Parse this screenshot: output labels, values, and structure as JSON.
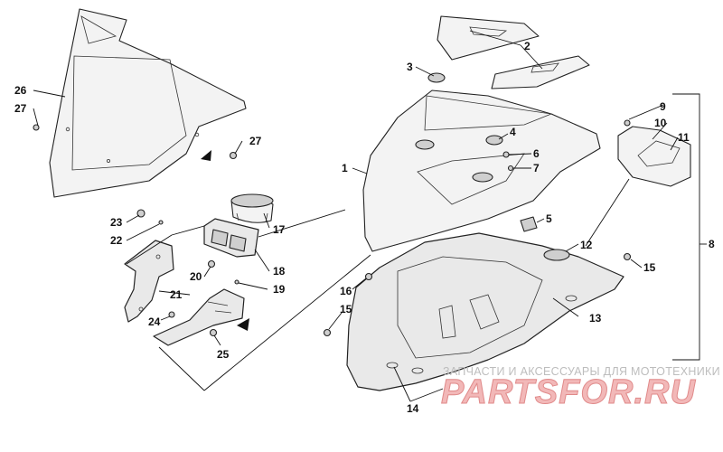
{
  "diagram": {
    "callouts": {
      "c1": "1",
      "c2": "2",
      "c3": "3",
      "c4": "4",
      "c5": "5",
      "c6": "6",
      "c7": "7",
      "c8": "8",
      "c9": "9",
      "c10": "10",
      "c11": "11",
      "c12": "12",
      "c13": "13",
      "c14": "14",
      "c15a": "15",
      "c15b": "15",
      "c16": "16",
      "c17": "17",
      "c18": "18",
      "c19": "19",
      "c20": "20",
      "c21": "21",
      "c22": "22",
      "c23": "23",
      "c24": "24",
      "c25": "25",
      "c26": "26",
      "c27a": "27",
      "c27b": "27"
    }
  },
  "watermark": {
    "tagline": "ЗАПЧАСТИ И АКСЕССУАРЫ ДЛЯ МОТОТЕХНИКИ",
    "logo": "PARTSFOR.RU"
  },
  "colors": {
    "line": "#222222",
    "part_fill": "#e9e9e9",
    "watermark_logo": "#f2b8b8"
  }
}
